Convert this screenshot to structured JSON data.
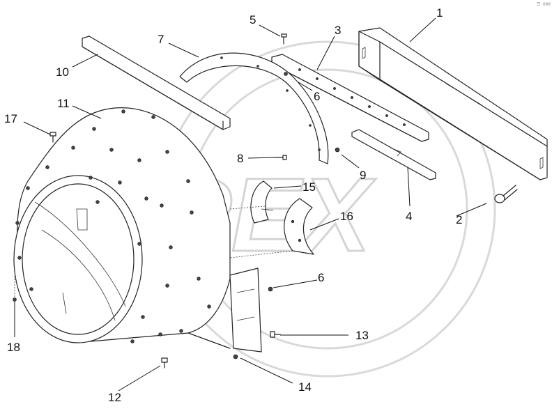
{
  "diagram": {
    "watermark_text": "OPEX",
    "corner_mark": "☰ 000",
    "callouts": [
      {
        "id": "c1",
        "label": "1"
      },
      {
        "id": "c2",
        "label": "2"
      },
      {
        "id": "c3",
        "label": "3"
      },
      {
        "id": "c4",
        "label": "4"
      },
      {
        "id": "c5",
        "label": "5"
      },
      {
        "id": "c6a",
        "label": "6"
      },
      {
        "id": "c6b",
        "label": "6"
      },
      {
        "id": "c7",
        "label": "7"
      },
      {
        "id": "c8",
        "label": "8"
      },
      {
        "id": "c9",
        "label": "9"
      },
      {
        "id": "c10",
        "label": "10"
      },
      {
        "id": "c11",
        "label": "11"
      },
      {
        "id": "c12",
        "label": "12"
      },
      {
        "id": "c13",
        "label": "13"
      },
      {
        "id": "c14",
        "label": "14"
      },
      {
        "id": "c15",
        "label": "15"
      },
      {
        "id": "c16",
        "label": "16"
      },
      {
        "id": "c17",
        "label": "17"
      },
      {
        "id": "c18",
        "label": "18"
      }
    ]
  }
}
